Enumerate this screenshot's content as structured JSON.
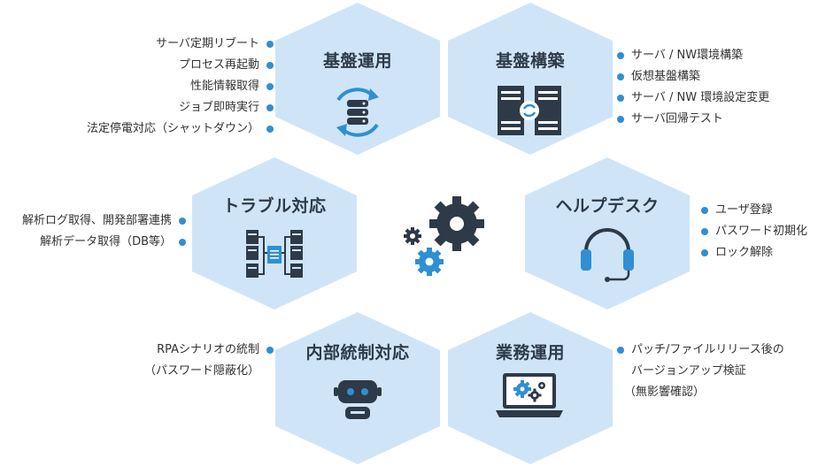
{
  "colors": {
    "hex_fill": "#cfe5f7",
    "title_text": "#2e3a48",
    "bullet": "#2f8fd4",
    "icon_dark": "#2e3a48",
    "icon_blue": "#2f8fd4"
  },
  "center": {
    "icon": "gears-icon"
  },
  "services": {
    "kiban_unyo": {
      "title": "基盤運用",
      "icon": "database-sync-icon",
      "items": [
        "サーバ定期リブート",
        "プロセス再起動",
        "性能情報取得",
        "ジョブ即時実行",
        "法定停電対応（シャットダウン）"
      ]
    },
    "kiban_kochiku": {
      "title": "基盤構築",
      "icon": "server-rack-icon",
      "items": [
        "サーバ / NW環境構築",
        "仮想基盤構築",
        "サーバ / NW 環境設定変更",
        "サーバ回帰テスト"
      ]
    },
    "trouble": {
      "title": "トラブル対応",
      "icon": "network-servers-icon",
      "items": [
        "解析ログ取得、開発部署連携",
        "解析データ取得（DB等）"
      ]
    },
    "helpdesk": {
      "title": "ヘルプデスク",
      "icon": "headset-icon",
      "items": [
        "ユーザ登録",
        "パスワード初期化",
        "ロック解除"
      ]
    },
    "naibu": {
      "title": "内部統制対応",
      "icon": "robot-icon",
      "items": [
        {
          "line": "RPAシナリオの統制",
          "cont": "（パスワード隠蔽化）"
        }
      ]
    },
    "gyomu": {
      "title": "業務運用",
      "icon": "laptop-gears-icon",
      "items": [
        {
          "line": "パッチ/ファイルリリース後の",
          "cont": "バージョンアップ検証",
          "cont2": "（無影響確認）"
        }
      ]
    }
  }
}
